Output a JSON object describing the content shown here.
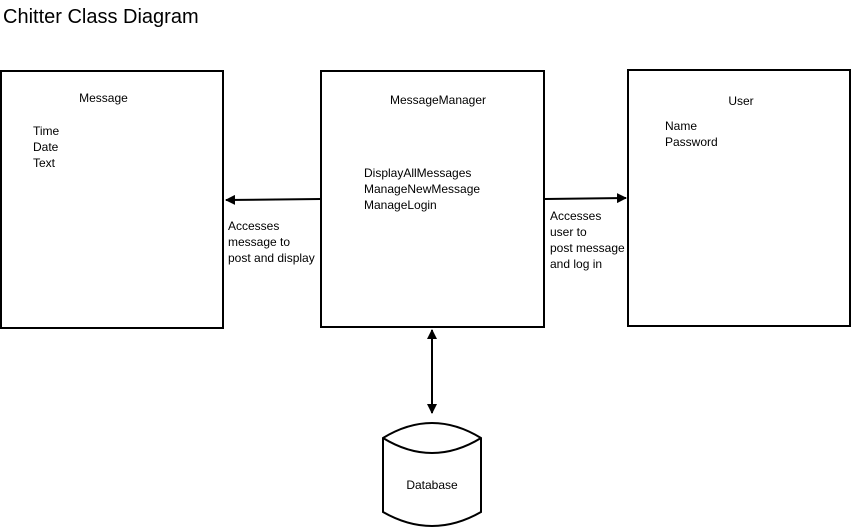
{
  "title": "Chitter Class Diagram",
  "classes": {
    "message": {
      "name": "Message",
      "attributes": [
        "Time",
        "Date",
        "Text"
      ]
    },
    "message_manager": {
      "name": "MessageManager",
      "methods": [
        "DisplayAllMessages",
        "ManageNewMessage",
        "ManageLogin"
      ]
    },
    "user": {
      "name": "User",
      "attributes": [
        "Name",
        "Password"
      ]
    }
  },
  "database": {
    "label": "Database"
  },
  "connections": {
    "manager_to_message": {
      "lines": [
        "Accesses",
        "message to",
        "post and display"
      ]
    },
    "manager_to_user": {
      "lines": [
        "Accesses",
        "user to",
        "post message",
        "and log in"
      ]
    }
  },
  "colors": {
    "stroke": "#000000",
    "background": "#ffffff"
  }
}
